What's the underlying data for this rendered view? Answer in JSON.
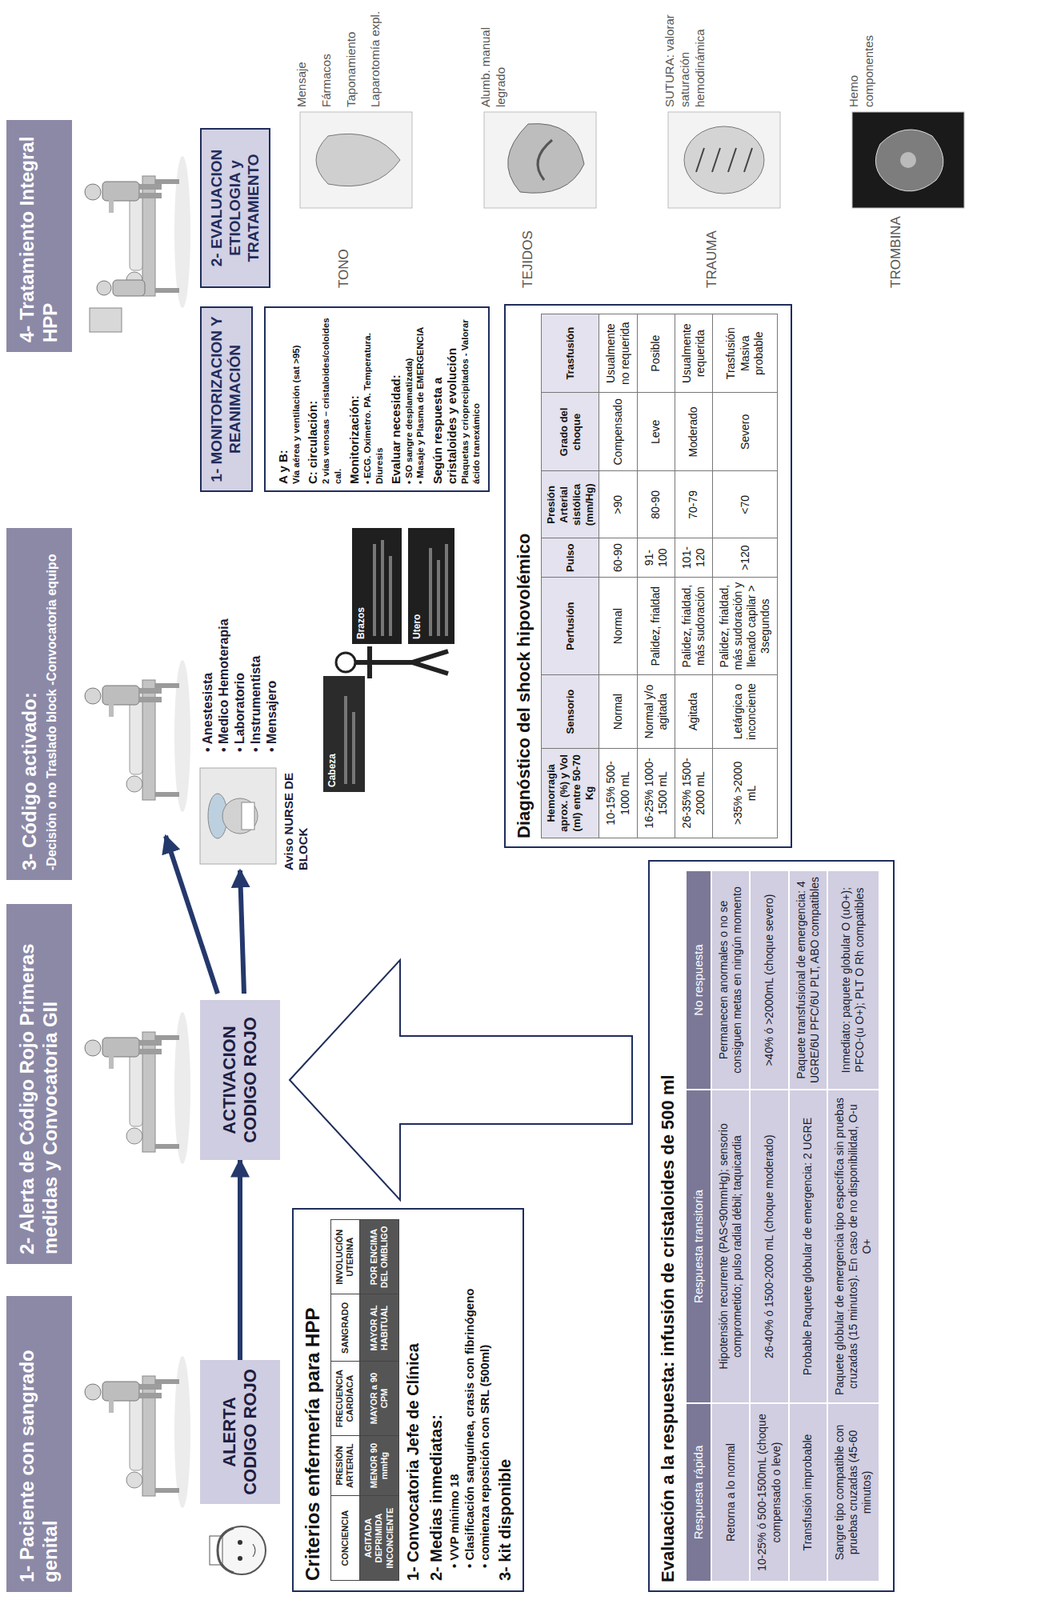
{
  "diagram": {
    "nodes": [
      {
        "text": [
          "1- Paciente con sangrado genital"
        ]
      },
      {
        "text": [
          "2- Alerta de Código Rojo Primeras medidas y Convocatoria GII"
        ]
      },
      {
        "text": [
          "3- Código activado:",
          "-Decisión o no Traslado block -Convocatoria equipo"
        ]
      },
      {
        "text": [
          "4- Tratamiento Integral HPP"
        ]
      },
      {
        "text": [
          "ALERTA CODIGO ROJO"
        ]
      },
      {
        "text": [
          "ACTIVACION CODIGO ROJO"
        ]
      },
      {
        "text": [
          "1- MONITORIZACION Y REANIMACIÓN"
        ]
      },
      {
        "text": [
          "A y B:",
          "Vía aérea y ventilación (sat >95)",
          "C: circulación:",
          "2 vías venosas – cristaloides/coloides cal.",
          "Monitorización:",
          "• ECG. Oximetro. PA. Temperatura. Diuresis",
          "Evaluar necesidad:",
          "• SO sangre desplamatizada)",
          "• Masaje y Plasma de EMERGENCIA",
          "Según respuesta a cristaloides y evolución",
          "Plaquetas y crioprecipitados - Valorar ácido tranexámico"
        ]
      },
      {
        "text": [
          "2- EVALUACION ETIOLOGIA y TRATAMIENTO"
        ]
      },
      {
        "text": [
          "Criterios enfermería para HPP",
          "1- Convocatoria Jefe de Clínica",
          "2- Medias inmediatas:",
          "• VVP mínimo 18",
          "• Clasificación sanguínea, crasis con fibrinógeno",
          "• comienza reposición con SRL (500ml)",
          "3- kit disponible"
        ]
      },
      {
        "text": [
          "Evaluación a la respuesta: infusión de cristaloides de 500 ml"
        ]
      },
      {
        "text": [
          "Diagnóstico del shock hipovolémico"
        ]
      }
    ],
    "edges": [
      {
        "from": 4,
        "to": 5,
        "arrow": "to"
      }
    ],
    "labels": [
      "• Anestesista",
      "• Medico Hemoterapia",
      "• Laboratorio",
      "• Instrumentista",
      "• Mensajero",
      "Aviso NURSE DE BLOCK",
      "Cabeza",
      "Brazos",
      "Utero",
      "TONO",
      "Mensaje",
      "Fármacos",
      "Taponamiento",
      "Laparotomía expl.",
      "TEJIDOS",
      "Alumb. manual legrado",
      "TRAUMA",
      "SUTURA: valorar saturación hemodinámica",
      "TROMBINA",
      "Hemo componentes",
      "CONCIENCIA",
      "PRESIÓN ARTERIAL",
      "FRECUENCIA CARDÍACA",
      "SANGRADO",
      "INVOLUCIÓN UTERINA",
      "AGITADA DEPRIMIDA INCONCIENTE",
      "MENOR 90 mmHg",
      "MAYOR a 90 CPM",
      "MAYOR AL HABITUAL",
      "POR ENCIMA DEL OMBLIGO",
      "Respuesta rápida",
      "Respuesta transitoria",
      "No respuesta",
      "Retorna a lo normal",
      "Hipotensión recurrente (PAS<90mmHg); sensorio comprometido; pulso radial débil; taquicardia",
      "Permanecen anormales o no se consiguen metas en ningún momento",
      "10-25% ó 500-1500mL (choque compensado o leve)",
      "26-40% ó 1500-2000 mL (choque moderado)",
      ">40% ó >2000mL (choque severo)",
      "Transfusión improbable",
      "Probable Paquete globular de emergencia: 2 UGRE",
      "Paquete transfusional de emergencia: 4 UGRE/6U PFC/6U PLT, ABO compatibles",
      "Sangre tipo compatible con pruebas cruzadas (45-60 minutos)",
      "Paquete globular de emergencia tipo específica sin pruebas cruzadas (15 minutos). En caso de no disponibilidad, O-u O+",
      "Inmediato: paquete globular O (uO+); PFCO-(u O+); PLT O Rh compatibles",
      "Hemorragia aprox. (%) y Vol (ml) entre 50-70 Kg",
      "Sensorio",
      "Perfusión",
      "Pulso",
      "Presión Arterial sistólica (mm/Hg)",
      "Grado del choque",
      "Trasfusión",
      "10-15% 500-1000 mL",
      "Normal",
      "Normal",
      "60-90",
      ">90",
      "Compensado",
      "Usualmente no requerida",
      "16-25% 1000-1500 mL",
      "Normal y/o agitada",
      "Palidez, frialdad",
      "91-100",
      "80-90",
      "Leve",
      "Posible",
      "26-35% 1500-2000 mL",
      "Agitada",
      "Palidez, frialdad, más sudoración",
      "101-120",
      "70-79",
      "Moderado",
      "Usualmente requerida",
      ">35% >2000 mL",
      "Letárgica o inconciente",
      "Palidez, frialdad, más sudoración y llenado capilar > 3segundos",
      ">120",
      "<70",
      "Severo",
      "Trasfusión Masiva probable"
    ]
  }
}
